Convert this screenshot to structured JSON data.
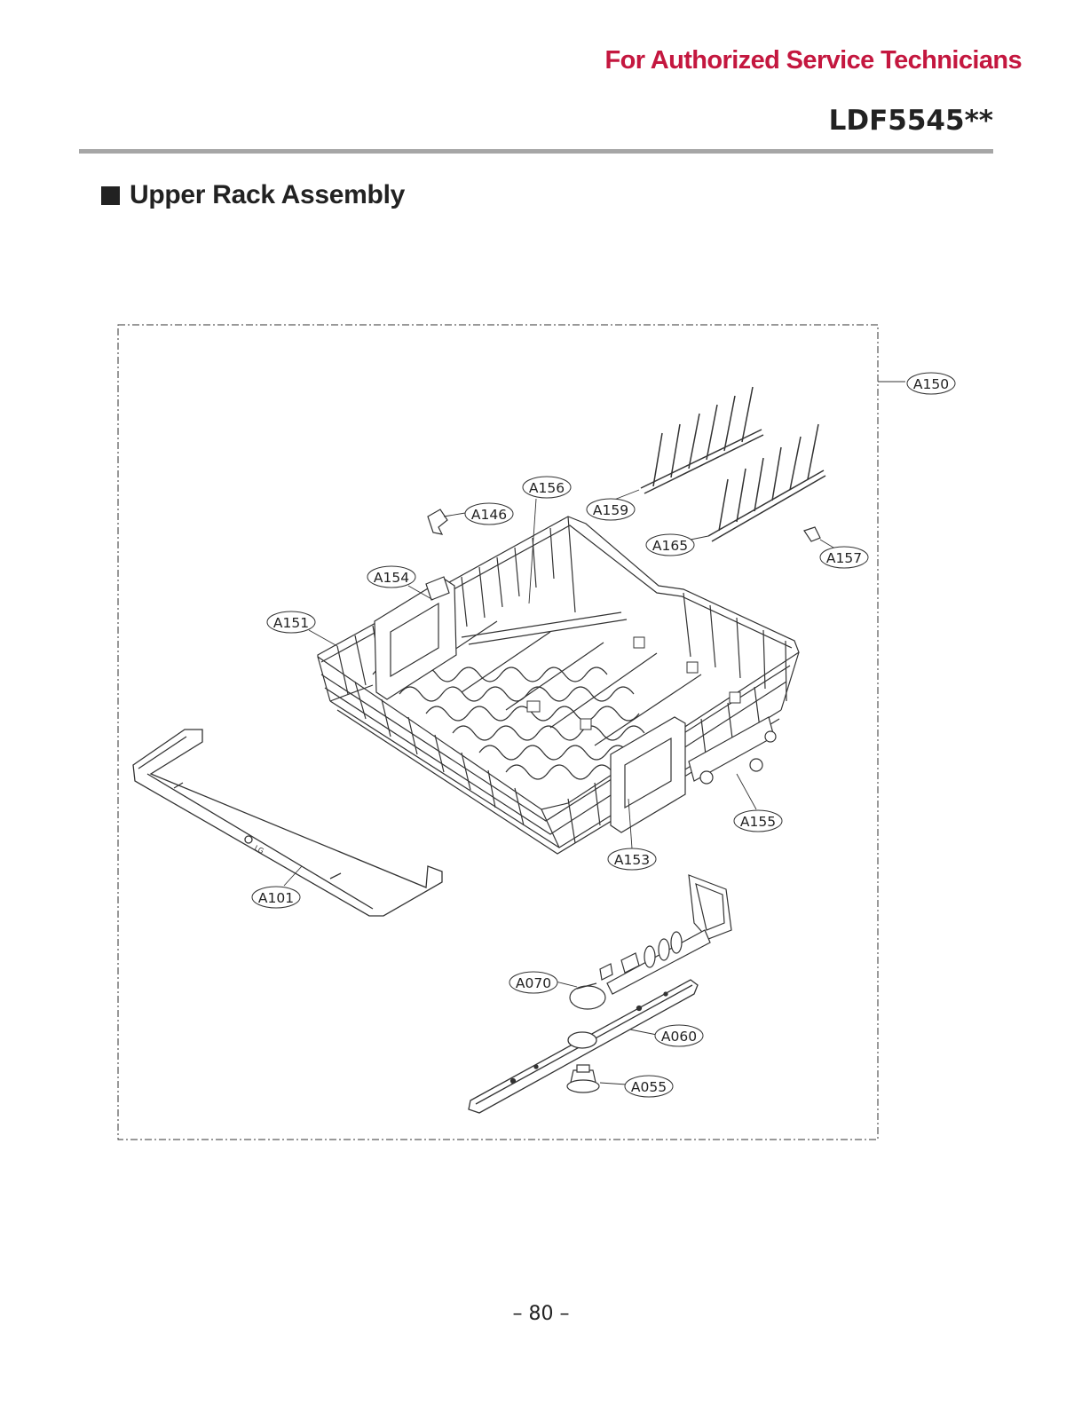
{
  "header": {
    "notice": "For Authorized Service Technicians",
    "model": "LDF5545**"
  },
  "section": {
    "title": "Upper Rack Assembly",
    "bullet_icon": "black-square-icon"
  },
  "callouts": [
    "A150",
    "A156",
    "A146",
    "A159",
    "A165",
    "A157",
    "A154",
    "A151",
    "A155",
    "A153",
    "A101",
    "A070",
    "A060",
    "A055"
  ],
  "parts": {
    "handle_brand": "LG"
  },
  "footer": {
    "page_number": "– 80 –"
  },
  "colors": {
    "notice": "#c4173f",
    "text": "#222222",
    "rule": "#a6a6a6"
  }
}
